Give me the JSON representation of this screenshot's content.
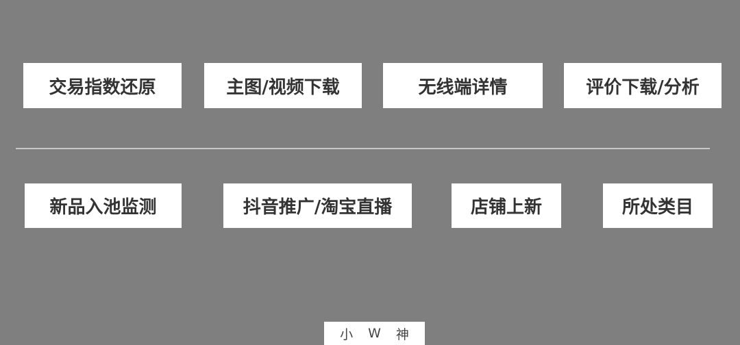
{
  "background_color": "#7f7f7f",
  "row1": [
    {
      "label": "交易指数还原"
    },
    {
      "label": "主图/视频下载"
    },
    {
      "label": "无线端详情"
    },
    {
      "label": "评价下载/分析"
    }
  ],
  "row2": [
    {
      "label": "新品入池监测"
    },
    {
      "label": "抖音推广/淘宝直播"
    },
    {
      "label": "店铺上新"
    },
    {
      "label": "所处类目"
    }
  ],
  "signature": {
    "chars": [
      "小",
      "W",
      "神"
    ]
  }
}
